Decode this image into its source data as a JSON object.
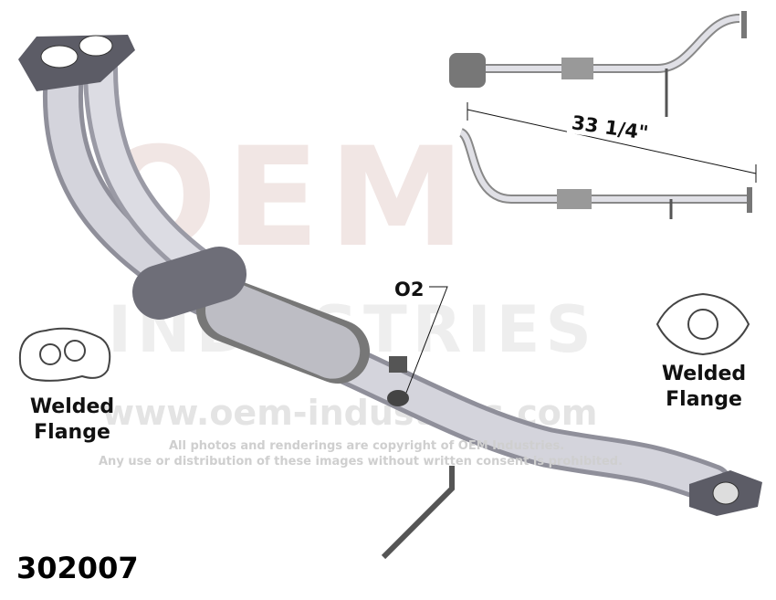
{
  "watermark": {
    "logo": "OEM",
    "subtitle": "INDUSTRIES",
    "url": "www.oem-industries.com"
  },
  "copyright": {
    "line1": "All photos and renderings are copyright of OEM Industries.",
    "line2": "Any use or distribution of these images without written consent is prohibited."
  },
  "labels": {
    "left_flange": "Welded\nFlange",
    "right_flange": "Welded\nFlange",
    "o2": "O2",
    "dimension": "33 1/4\""
  },
  "part_number": "302007"
}
